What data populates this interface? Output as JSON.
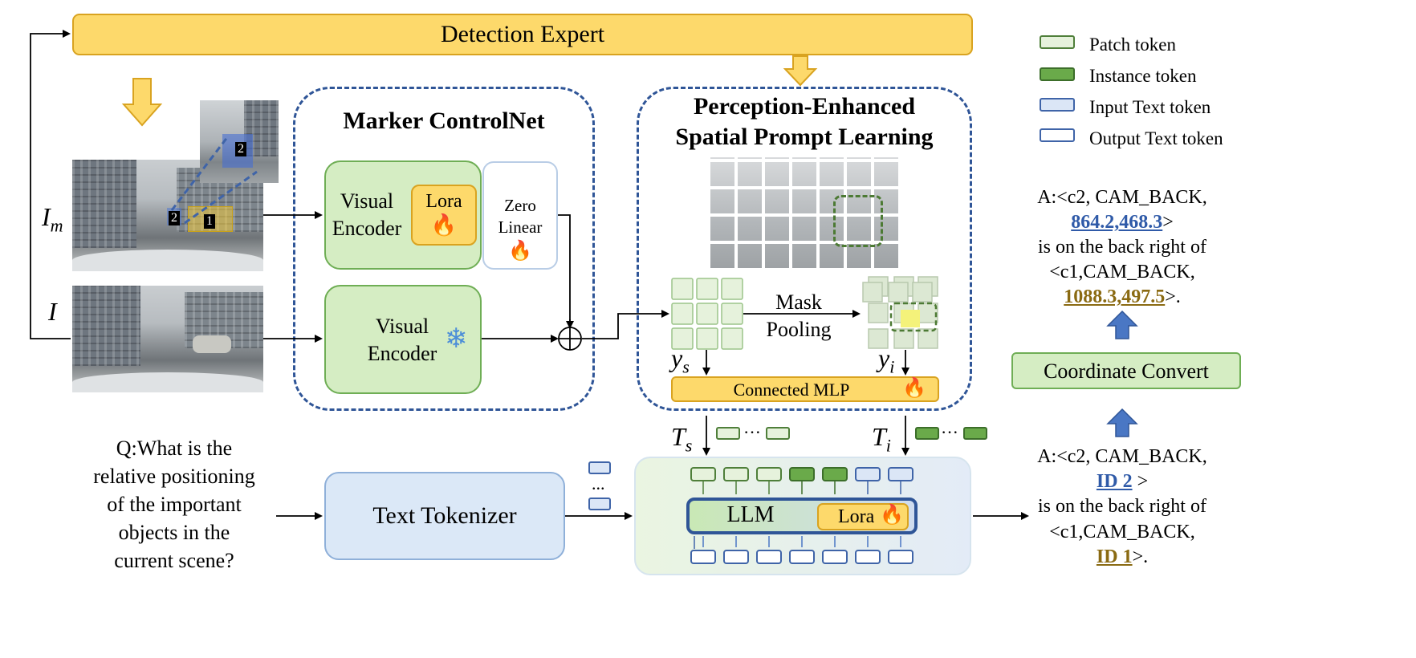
{
  "title_bar": "Detection Expert",
  "legend": [
    {
      "label": "Patch token",
      "fill": "#e6f2dc",
      "stroke": "#4f7f3a"
    },
    {
      "label": "Instance token",
      "fill": "#6aaa4a",
      "stroke": "#3c6e2a"
    },
    {
      "label": "Input Text token",
      "fill": "#dbe6f6",
      "stroke": "#3f64a8"
    },
    {
      "label": "Output Text token",
      "fill": "#ffffff",
      "stroke": "#3f64a8"
    }
  ],
  "marker_controlnet": {
    "title": "Marker ControlNet",
    "visual_encoder_1": [
      "Visual",
      "Encoder"
    ],
    "lora": "Lora",
    "zero_linear": [
      "Zero",
      "Linear"
    ],
    "visual_encoder_2": [
      "Visual",
      "Encoder"
    ]
  },
  "spatial": {
    "title": [
      "Perception-Enhanced",
      "Spatial Prompt Learning"
    ],
    "mask_pooling": [
      "Mask",
      "Pooling"
    ],
    "ys": "y",
    "ys_sub": "s",
    "yi": "y",
    "yi_sub": "i",
    "mlp": "Connected MLP"
  },
  "inputs": {
    "im": "I",
    "im_sub": "m",
    "i": "I",
    "marker_1": "1",
    "marker_2": "2"
  },
  "tokens": {
    "ts": "T",
    "ts_sub": "s",
    "ti": "T",
    "ti_sub": "i",
    "dots": "···",
    "vdots": "..."
  },
  "question": [
    "Q:What is the",
    "relative positioning",
    "of the important",
    "objects in the",
    "current scene?"
  ],
  "text_tokenizer": "Text Tokenizer",
  "llm": "LLM",
  "llm_lora": "Lora",
  "answer_top": {
    "l1": "A:<c2, CAM_BACK,",
    "l2": "864.2,468.3",
    "l2_suffix": ">",
    "l3": "is on the back right of",
    "l4": "<c1,CAM_BACK,",
    "l5": "1088.3,497.5",
    "l5_suffix": ">."
  },
  "coordinate_convert": "Coordinate Convert",
  "answer_bottom": {
    "l1": "A:<c2, CAM_BACK,",
    "l2": "ID 2",
    "l2_suffix": " >",
    "l3": "is on the back right of",
    "l4": "<c1,CAM_BACK,",
    "l5": "ID 1",
    "l5_suffix": ">."
  },
  "colors": {
    "yellow": "#fdd96b",
    "yellow_border": "#d9a320",
    "green": "#d5edc3",
    "green_border": "#6fae55",
    "blue": "#dbe8f7",
    "blue_border": "#8fb0d9",
    "dashed": "#2f5597",
    "id_blue": "#2f5aa8",
    "id_gold": "#8a6a12"
  }
}
